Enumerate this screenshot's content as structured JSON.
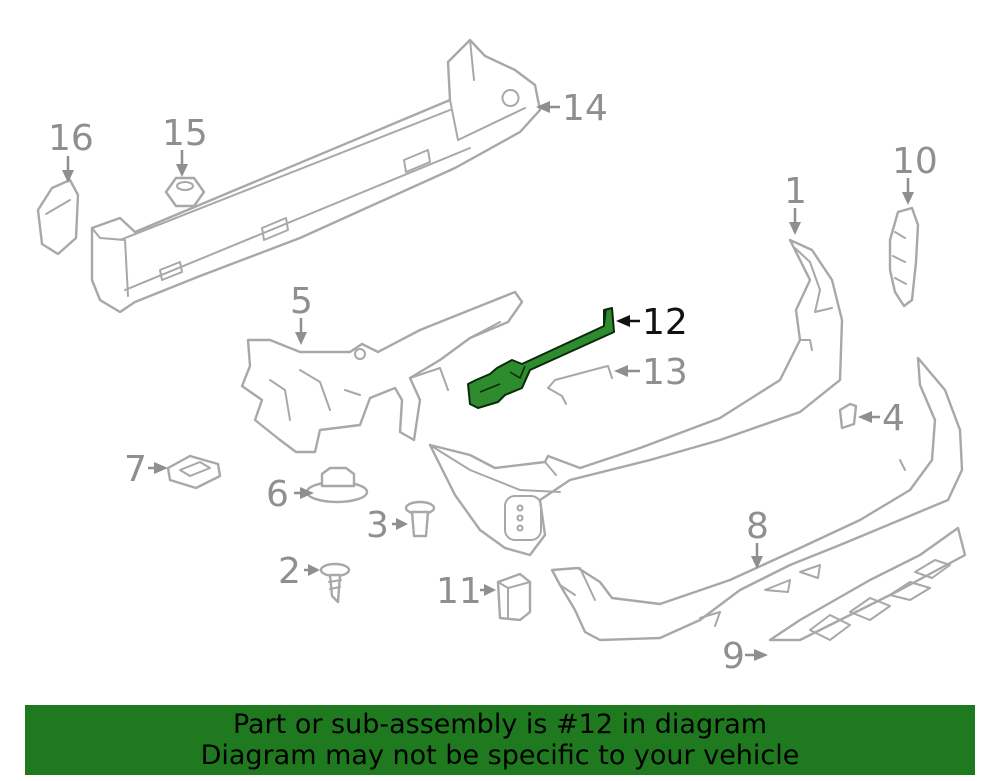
{
  "diagram": {
    "callouts": {
      "c1": "1",
      "c2": "2",
      "c3": "3",
      "c4": "4",
      "c5": "5",
      "c6": "6",
      "c7": "7",
      "c8": "8",
      "c9": "9",
      "c10": "10",
      "c11": "11",
      "c12": "12",
      "c13": "13",
      "c14": "14",
      "c15": "15",
      "c16": "16"
    },
    "highlighted_part": "12",
    "colors": {
      "highlight": "#2e8b2e",
      "banner": "#1f7a1f",
      "parts": "#a8a8a8"
    }
  },
  "banner": {
    "line1": "Part or sub-assembly is #12 in diagram",
    "line2": "Diagram may not be specific to your vehicle"
  }
}
